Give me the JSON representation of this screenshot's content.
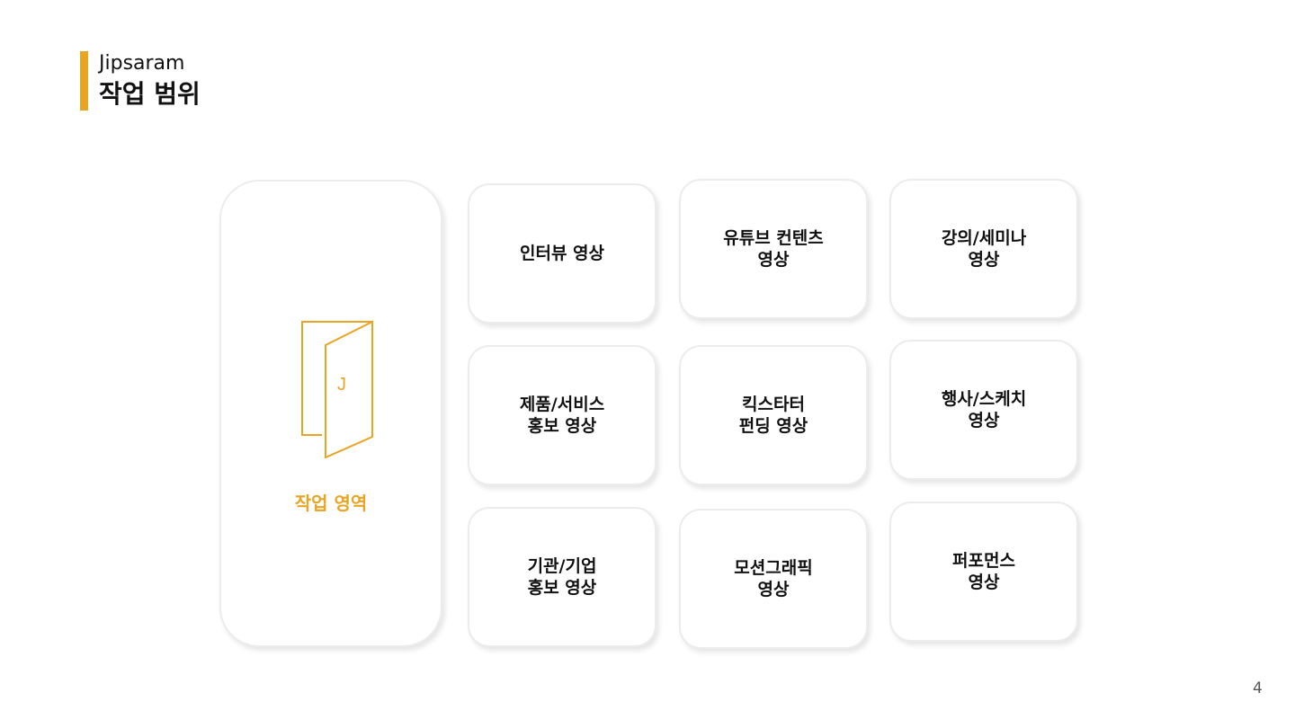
{
  "header": {
    "brand": "Jipsaram",
    "title": "작업 범위",
    "accent_color": "#e8a523"
  },
  "main_card": {
    "icon": "door-icon",
    "icon_letter": "J",
    "label": "작업 영역"
  },
  "services": [
    {
      "label": "인터뷰 영상"
    },
    {
      "label": "유튜브 컨텐츠\n영상"
    },
    {
      "label": "강의/세미나\n영상"
    },
    {
      "label": "제품/서비스\n홍보 영상"
    },
    {
      "label": "킥스타터\n펀딩 영상"
    },
    {
      "label": "행사/스케치\n영상"
    },
    {
      "label": "기관/기업\n홍보 영상"
    },
    {
      "label": "모션그래픽\n영상"
    },
    {
      "label": "퍼포먼스\n영상"
    }
  ],
  "page_number": "4"
}
